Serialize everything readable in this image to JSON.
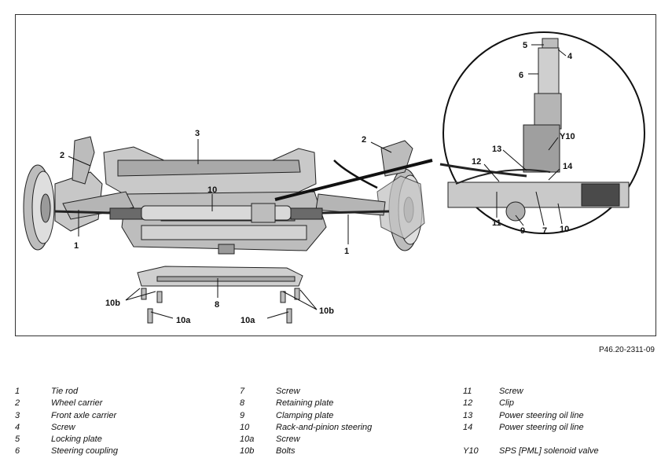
{
  "figure": {
    "id": "P46.20-2311-09",
    "callouts": [
      "1",
      "1",
      "2",
      "2",
      "3",
      "10",
      "8",
      "10b",
      "10b",
      "10a",
      "10a",
      "5",
      "4",
      "6",
      "Y10",
      "13",
      "12",
      "14",
      "11",
      "9",
      "7",
      "10"
    ]
  },
  "legend": {
    "columns": [
      [
        {
          "num": "1",
          "text": "Tie rod"
        },
        {
          "num": "2",
          "text": "Wheel carrier"
        },
        {
          "num": "3",
          "text": "Front axle carrier"
        },
        {
          "num": "4",
          "text": "Screw"
        },
        {
          "num": "5",
          "text": "Locking plate"
        },
        {
          "num": "6",
          "text": "Steering coupling"
        }
      ],
      [
        {
          "num": "7",
          "text": "Screw"
        },
        {
          "num": "8",
          "text": "Retaining plate"
        },
        {
          "num": "9",
          "text": "Clamping plate"
        },
        {
          "num": "10",
          "text": "Rack-and-pinion steering"
        },
        {
          "num": "10a",
          "text": "Screw"
        },
        {
          "num": "10b",
          "text": "Bolts"
        }
      ],
      [
        {
          "num": "11",
          "text": "Screw"
        },
        {
          "num": "12",
          "text": "Clip"
        },
        {
          "num": "13",
          "text": "Power steering oil line"
        },
        {
          "num": "14",
          "text": "Power steering oil line"
        },
        {
          "num": "",
          "text": ""
        },
        {
          "num": "Y10",
          "text": "SPS [PML] solenoid valve"
        }
      ]
    ]
  }
}
